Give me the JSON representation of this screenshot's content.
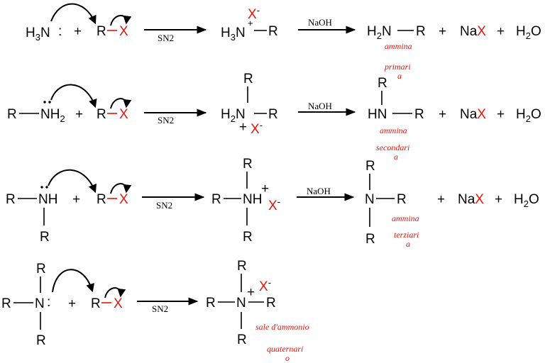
{
  "colors": {
    "text": "#000000",
    "halide": "#e8140c"
  },
  "common": {
    "plus": "+",
    "alkyl": "R",
    "halide": "X",
    "halide_anion": "X",
    "minus": "-",
    "cation_plus": "+",
    "sn2": "SN2",
    "naoh": "NaOH",
    "sodium": "Na",
    "water_h": "H",
    "water_sub": "2",
    "water_o": "O"
  },
  "row1": {
    "ammonia_h": "H",
    "ammonia_sub": "3",
    "ammonia_n": "N",
    "lone_pair": ":",
    "intermediate_h": "H",
    "intermediate_sub": "3",
    "intermediate_n": "N",
    "product_h": "H",
    "product_sub": "2",
    "product_n": "N",
    "caption": [
      "ammina",
      "primari",
      "a"
    ]
  },
  "row2": {
    "amine_nh": "NH",
    "amine_sub": "2",
    "intermediate_h": "H",
    "intermediate_sub": "2",
    "intermediate_n": "N",
    "product_hn": "HN",
    "caption": [
      "ammina",
      "secondari",
      "a"
    ]
  },
  "row3": {
    "amine_nh": "NH",
    "intermediate_nh": "NH",
    "product_n": "N",
    "caption": [
      "ammina",
      "terziari",
      "a"
    ]
  },
  "row4": {
    "amine_n": "N",
    "lone_pair": ":",
    "product_n": "N",
    "caption": [
      "sale d'ammonio",
      "quaternari",
      "o"
    ]
  }
}
